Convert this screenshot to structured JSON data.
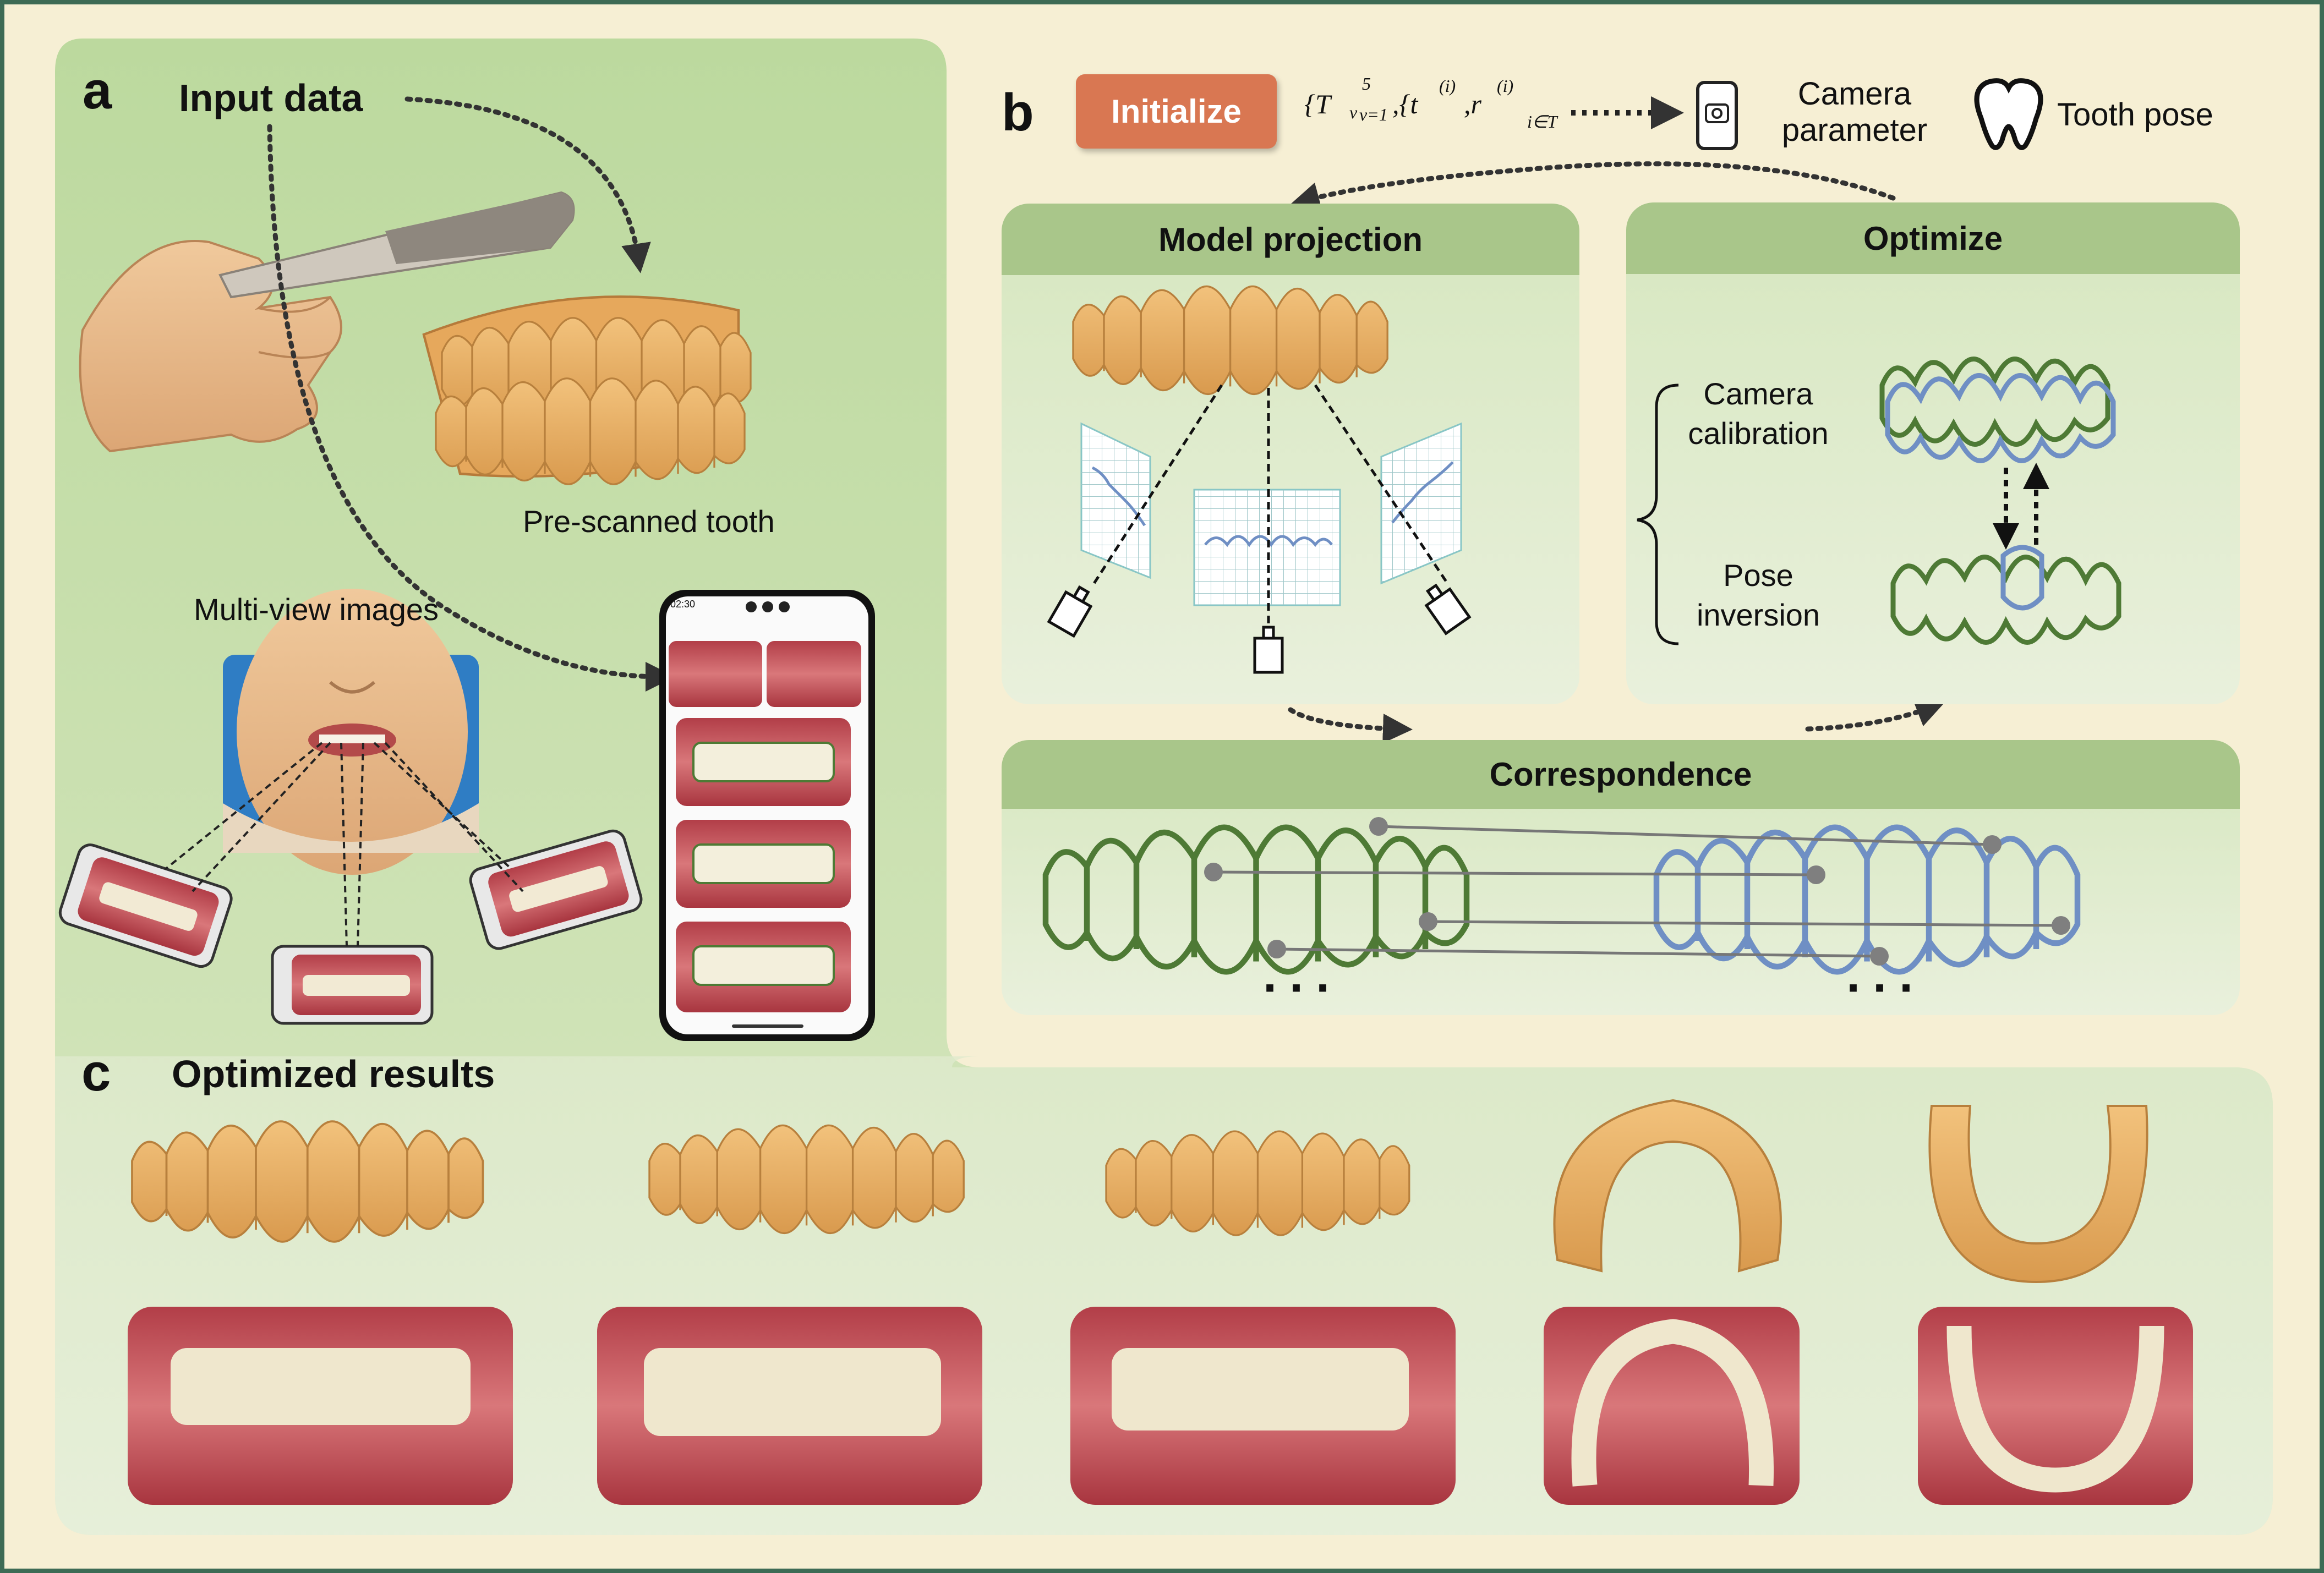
{
  "panel_a": {
    "letter": "a",
    "title": "Input data",
    "prescanned_label": "Pre-scanned tooth",
    "multiview_label": "Multi-view images",
    "phone_time": "02:30"
  },
  "panel_b": {
    "letter": "b",
    "initialize_label": "Initialize",
    "formula_T": "{T",
    "formula_v": "v",
    "formula_5": "5",
    "formula_v1": "v=1",
    "formula_rest": ",{t",
    "formula_i1": "(i)",
    "formula_r": ",r",
    "formula_i2": "(i)",
    "formula_sub": "i∈T",
    "camera_param_line1": "Camera",
    "camera_param_line2": "parameter",
    "tooth_pose": "Tooth pose",
    "model_projection": "Model projection",
    "optimize": "Optimize",
    "camera_calibration_line1": "Camera",
    "camera_calibration_line2": "calibration",
    "pose_inversion_line1": "Pose",
    "pose_inversion_line2": "inversion",
    "correspondence": "Correspondence",
    "ellipsis": "···"
  },
  "panel_c": {
    "letter": "c",
    "title": "Optimized results"
  },
  "colors": {
    "background": "#f6efd4",
    "green_panel": "#c6dfac",
    "card_header": "#a9c68a",
    "initialize": "#d97752",
    "tooth": "#e8b063",
    "outline_green": "#4e7a35",
    "outline_blue": "#6f8fc4",
    "gum": "#c0464f"
  },
  "icons": [
    "phone-camera-icon",
    "tooth-icon",
    "intraoral-scanner-icon",
    "camera-icon"
  ]
}
